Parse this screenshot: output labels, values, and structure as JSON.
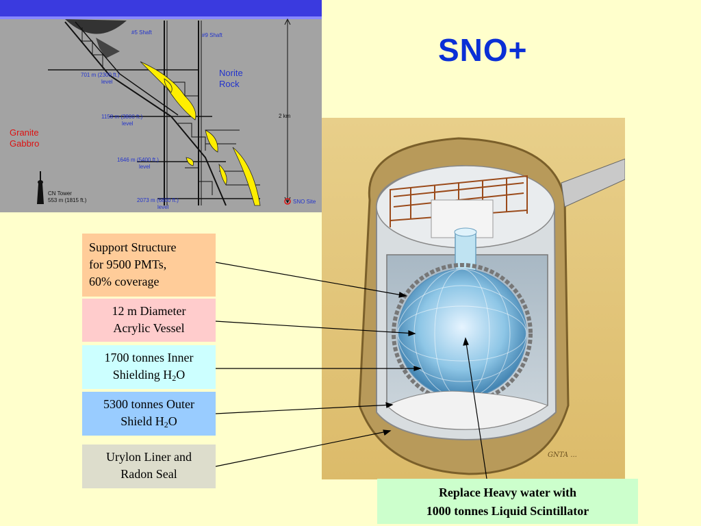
{
  "title": "SNO+",
  "mine": {
    "shaft5": "#5 Shaft",
    "shaft9": "#9 Shaft",
    "rock": [
      "Norite",
      "Rock"
    ],
    "granite": [
      "Granite",
      "Gabbro"
    ],
    "depth_scale": "2 km",
    "levels": [
      {
        "line1": "701 m (2300 ft.)",
        "line2": "level"
      },
      {
        "line1": "1158 m (3800 ft.)",
        "line2": "level"
      },
      {
        "line1": "1646 m (5400 ft.)",
        "line2": "level"
      },
      {
        "line1": "2073 m (6800 ft.)",
        "line2": "level"
      }
    ],
    "cn_tower": [
      "CN Tower",
      "553 m (1815 ft.)"
    ],
    "sno_site": "SNO Site"
  },
  "labels": {
    "support": [
      "Support Structure",
      "for 9500 PMTs,",
      "60% coverage"
    ],
    "vessel": [
      "12 m Diameter",
      "Acrylic Vessel"
    ],
    "inner": [
      "1700 tonnes  Inner",
      "Shielding H",
      "2",
      "O"
    ],
    "outer": [
      "5300 tonnes Outer",
      "Shield H",
      "2",
      "O"
    ],
    "liner": [
      "Urylon Liner and",
      "Radon Seal"
    ],
    "replace": [
      "Replace Heavy water with",
      "1000 tonnes Liquid Scintillator"
    ]
  },
  "colors": {
    "title": "#0a2fd6",
    "mine_bg": "#a0a0a0",
    "sky": "#3a3adf",
    "ore": "#ffee00",
    "rock_text": "#2233cc",
    "granite_text": "#dd1111"
  }
}
